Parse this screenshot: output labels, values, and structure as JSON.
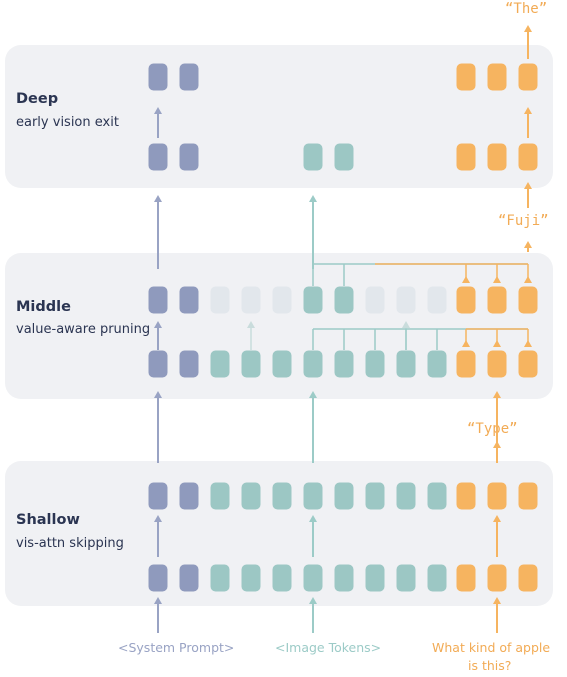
{
  "colors": {
    "system": "#8f9abd",
    "image": "#9cc7c4",
    "image_faded": "#e2e7ec",
    "text": "#f6b460",
    "panel": "#f0f1f4",
    "arrow_system": "#99a3c4",
    "arrow_image": "#9ccbc7",
    "arrow_text": "#f6b460",
    "arrow_faint": "#c9dcdc"
  },
  "layers": [
    {
      "title": "Deep",
      "subtitle": "early vision exit"
    },
    {
      "title": "Middle",
      "subtitle": "value-aware pruning"
    },
    {
      "title": "Shallow",
      "subtitle": "vis-attn skipping"
    }
  ],
  "outputs": [
    "“The”",
    "“Fuji”",
    "“Type”"
  ],
  "inputs": {
    "system": "<System Prompt>",
    "image": "<Image Tokens>",
    "question_line1": "What kind of apple",
    "question_line2": "is this?"
  }
}
